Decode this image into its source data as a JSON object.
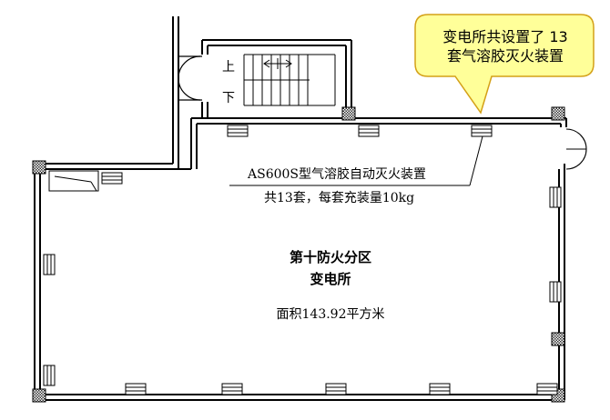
{
  "callout": {
    "line1": "变电所共设置了 13",
    "line2": "套气溶胶灭火装置",
    "fill": "#ffff99",
    "stroke": "#d4a017"
  },
  "stair": {
    "up_label": "上",
    "down_label": "下"
  },
  "equipment_note": {
    "line1": "AS600S型气溶胶自动灭火装置",
    "line2": "共13套，每套充装量10kg"
  },
  "room": {
    "zone": "第十防火分区",
    "name": "变电所",
    "area": "面积143.92平方米"
  }
}
